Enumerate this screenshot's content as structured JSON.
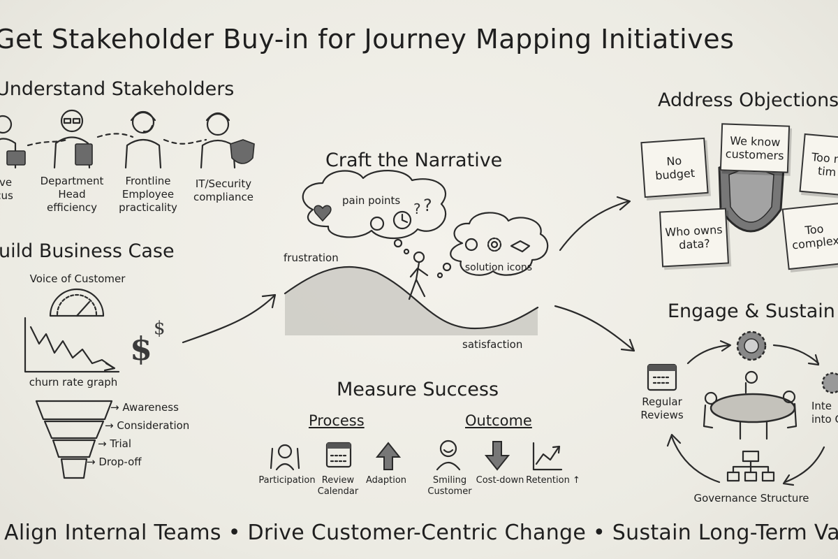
{
  "title": "Get Stakeholder Buy-in for Journey Mapping Initiatives",
  "understand": {
    "heading": "Understand Stakeholders",
    "roles": [
      {
        "label": "ive\ncus"
      },
      {
        "label": "Department\nHead\nefficiency"
      },
      {
        "label": "Frontline\nEmployee\npracticality"
      },
      {
        "label": "IT/Security\ncompliance"
      }
    ]
  },
  "business": {
    "heading": "uild Business Case",
    "voc": "Voice of Customer",
    "churn": "churn rate graph",
    "funnel": [
      "→ Awareness",
      "→ Consideration",
      "→ Trial",
      "→ Drop-off"
    ]
  },
  "narrative": {
    "heading": "Craft the Narrative",
    "pain": "pain points",
    "solution": "solution icons",
    "frustration": "frustration",
    "satisfaction": "satisfaction"
  },
  "measure": {
    "heading": "Measure Success",
    "process_heading": "Process",
    "outcome_heading": "Outcome",
    "process": [
      "Participation",
      "Review\nCalendar",
      "Adaption"
    ],
    "outcome": [
      "Smiling\nCustomer",
      "Cost-down",
      "Retention ↑"
    ]
  },
  "objections": {
    "heading": "Address Objections",
    "notes": [
      "No\nbudget",
      "We know\ncustomers",
      "Too m\ntim",
      "Who owns\ndata?",
      "Too\ncomplex"
    ]
  },
  "engage": {
    "heading": "Engage & Sustain",
    "reviews": "Regular\nReviews",
    "integrate": "Inte\ninto O",
    "governance": "Governance Structure"
  },
  "footer": "Align Internal Teams • Drive Customer-Centric Change • Sustain Long-Term Value"
}
